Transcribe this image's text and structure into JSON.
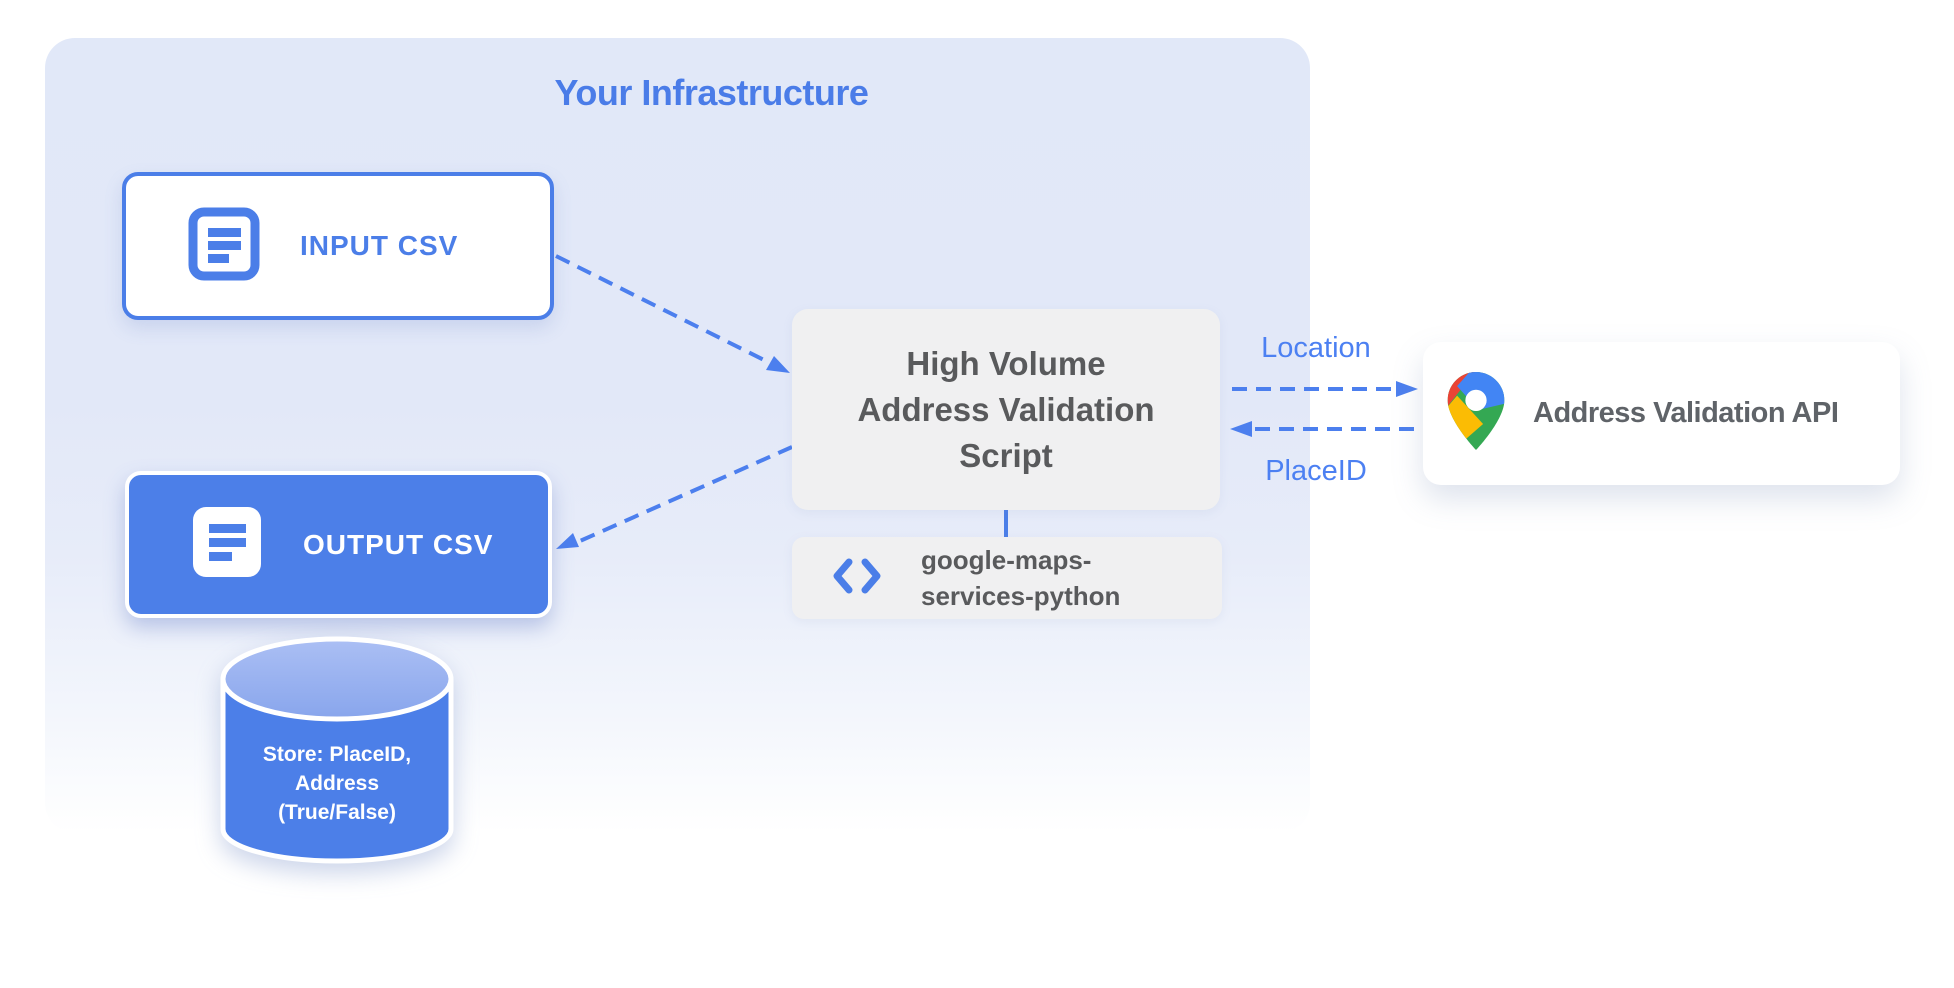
{
  "title": {
    "infrastructure": "Your Infrastructure"
  },
  "nodes": {
    "input_csv": {
      "label": "INPUT CSV",
      "icon": "document-icon"
    },
    "output_csv": {
      "label": "OUTPUT CSV",
      "icon": "document-icon"
    },
    "datastore": {
      "label": "Store: PlaceID,\nAddress\n(True/False)",
      "icon": "database-cylinder"
    },
    "script": {
      "label": "High Volume\nAddress Validation\nScript"
    },
    "library": {
      "label": "google-maps-\nservices-python",
      "icon": "code-icon"
    },
    "api": {
      "label": "Address Validation API",
      "icon": "google-maps-pin-icon"
    }
  },
  "edge_labels": {
    "request": "Location",
    "response": "PlaceID"
  },
  "connections": [
    {
      "from": "input_csv",
      "to": "script",
      "style": "dashed-arrow"
    },
    {
      "from": "script",
      "to": "output_csv",
      "style": "dashed-arrow"
    },
    {
      "from": "script",
      "to": "api",
      "style": "dashed-arrow",
      "label": "Location"
    },
    {
      "from": "api",
      "to": "script",
      "style": "dashed-arrow",
      "label": "PlaceID"
    },
    {
      "from": "script",
      "to": "library",
      "style": "solid-line"
    }
  ],
  "colors": {
    "accent_blue": "#4b7ee8",
    "arrow_blue": "#4c7fee",
    "edge_label_blue": "#4c80f2",
    "node_fill_blue": "#4c7fe8",
    "cylinder_top_blue": "#9db4f0",
    "panel_background": "#e2e8f8",
    "gray_box": "#f0f0f1",
    "gray_text": "#5f6368",
    "pin_red": "#EA4335",
    "pin_blue": "#4285F4",
    "pin_yellow": "#FBBC04",
    "pin_green": "#34A853"
  }
}
